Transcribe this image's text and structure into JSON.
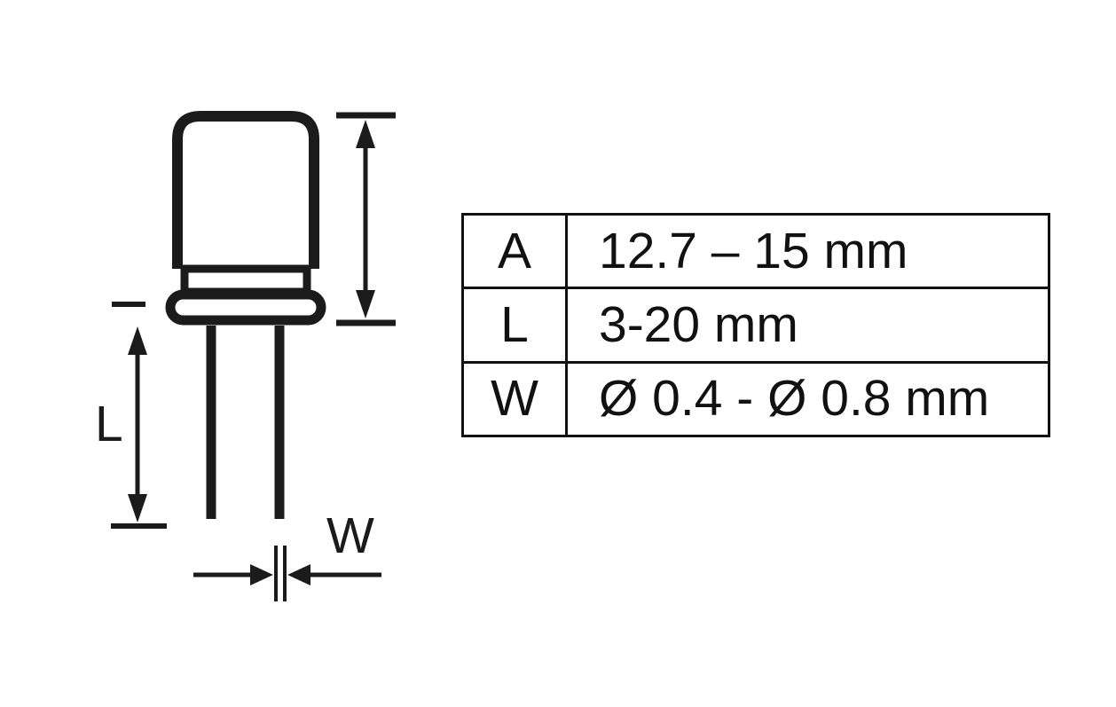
{
  "diagram": {
    "l_label": "L",
    "w_label": "W"
  },
  "table": {
    "rows": [
      {
        "key": "A",
        "value": "12.7 – 15 mm"
      },
      {
        "key": "L",
        "value": "3-20 mm"
      },
      {
        "key": "W",
        "value": "Ø 0.4 - Ø 0.8 mm"
      }
    ]
  },
  "colors": {
    "line": "#1b1b1b",
    "background": "#ffffff"
  }
}
